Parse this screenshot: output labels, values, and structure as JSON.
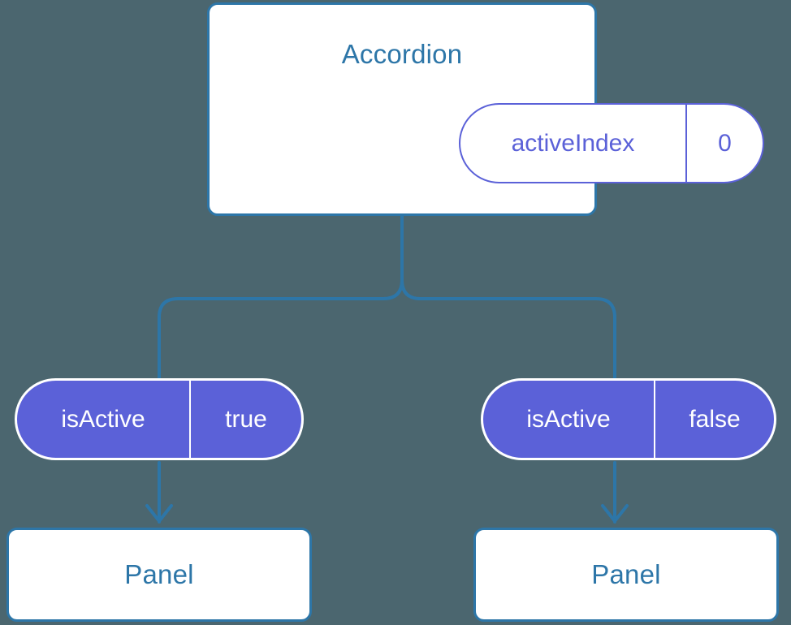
{
  "diagram": {
    "type": "component-tree",
    "background_color": "#4b666f",
    "accent_blue": "#2d76a8",
    "accent_indigo": "#5b61d8",
    "connector_color": "#2d76a8",
    "root": {
      "title": "Accordion",
      "state": {
        "key": "activeIndex",
        "value": "0"
      }
    },
    "branches": [
      {
        "prop": {
          "key": "isActive",
          "value": "true"
        },
        "child": {
          "title": "Panel"
        }
      },
      {
        "prop": {
          "key": "isActive",
          "value": "false"
        },
        "child": {
          "title": "Panel"
        }
      }
    ]
  }
}
